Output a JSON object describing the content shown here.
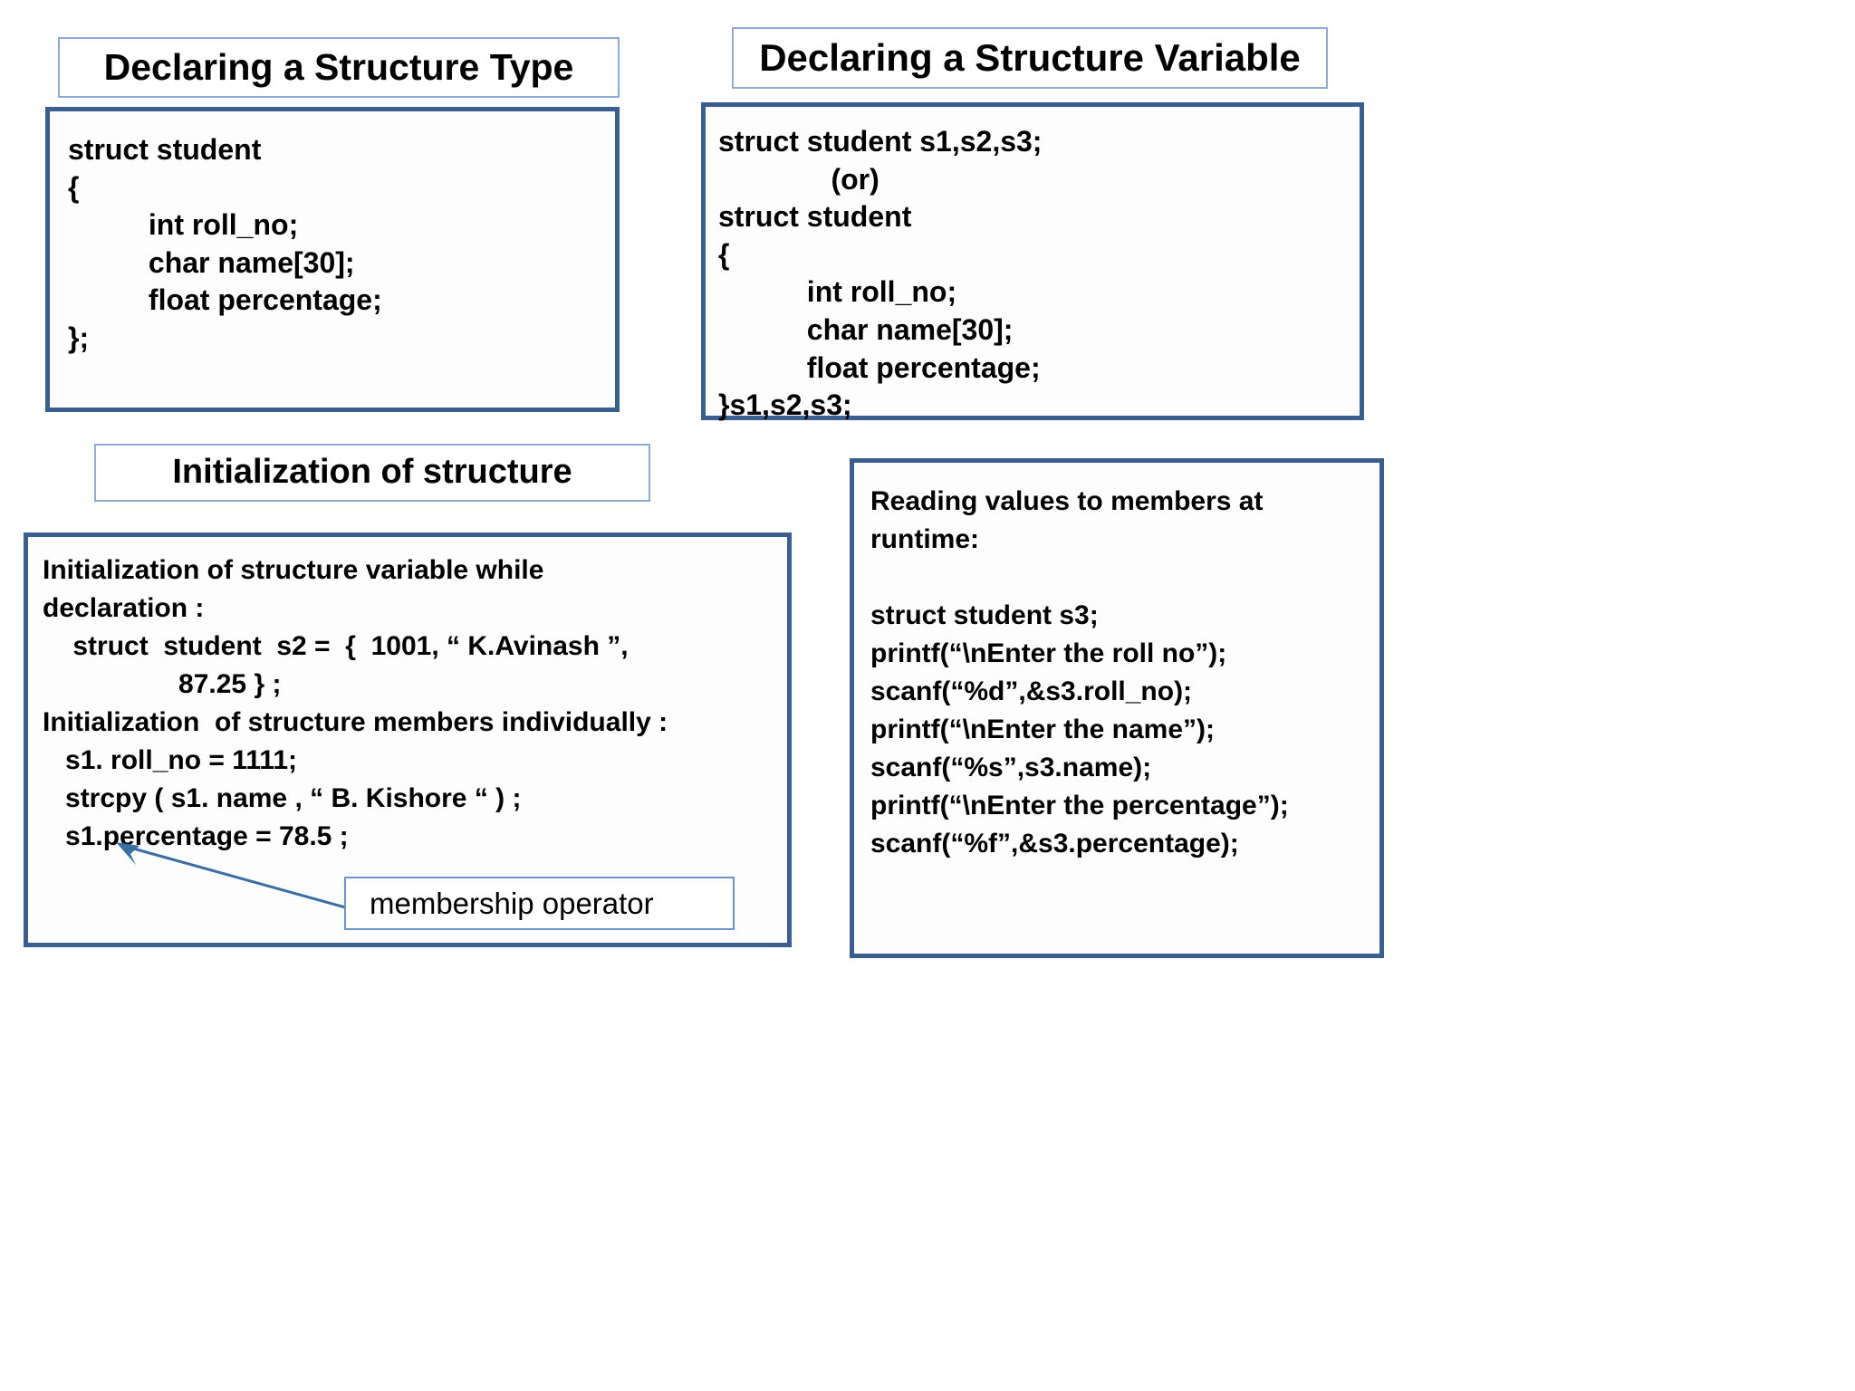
{
  "slide": {
    "background": "#ffffff",
    "accent_border_dark": "#3a5f8f",
    "accent_border_light": "#8faad4",
    "arrow_color": "#3a6ea5"
  },
  "titles": {
    "struct_type": "Declaring a Structure Type",
    "struct_variable": "Declaring a Structure Variable",
    "initialization": "Initialization of structure"
  },
  "boxes": {
    "struct_type_code": "struct student\n{\n          int roll_no;\n          char name[30];\n          float percentage;\n};",
    "struct_variable_code": "struct student s1,s2,s3;\n              (or)\nstruct student\n{\n           int roll_no;\n           char name[30];\n           float percentage;\n}s1,s2,s3;",
    "initialization_code": "Initialization of structure variable while\ndeclaration :\n    struct  student  s2 =  {  1001, “ K.Avinash ”,\n                  87.25 } ;\nInitialization  of structure members individually :\n   s1. roll_no = 1111;\n   strcpy ( s1. name , “ B. Kishore “ ) ;\n   s1.percentage = 78.5 ;",
    "reading_runtime_code": "Reading values to members at\nruntime:\n\nstruct student s3;\nprintf(“\\nEnter the roll no”);\nscanf(“%d”,&s3.roll_no);\nprintf(“\\nEnter the name”);\nscanf(“%s”,s3.name);\nprintf(“\\nEnter the percentage”);\nscanf(“%f”,&s3.percentage);"
  },
  "callout": {
    "membership_operator": "membership operator"
  }
}
